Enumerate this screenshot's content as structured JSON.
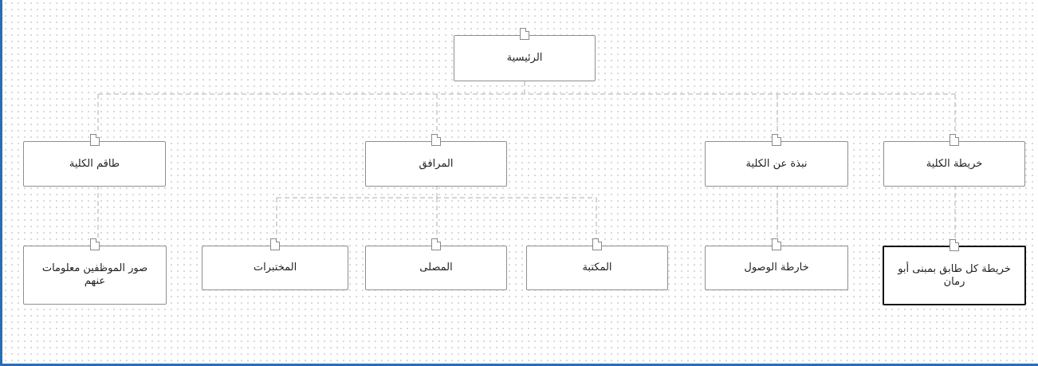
{
  "colors": {
    "accent": "#2a6db3",
    "node_border": "#8f8f8f",
    "selected_border": "#111111",
    "connector": "#c8c8c8"
  },
  "sitemap": {
    "root": {
      "label": "الرئيسية"
    },
    "level1": [
      {
        "label": "طاقم الكلية"
      },
      {
        "label": "المرافق"
      },
      {
        "label": "نبذة عن الكلية"
      },
      {
        "label": "خريطة الكلية"
      }
    ],
    "level2": [
      {
        "label": "صور الموظفين معلومات عنهم"
      },
      {
        "label": "المختبرات"
      },
      {
        "label": "المصلى"
      },
      {
        "label": "المكتبة"
      },
      {
        "label": "خارطة الوصول"
      },
      {
        "label": "خريطة كل طابق بمبنى أبو رمان",
        "selected": true
      }
    ]
  }
}
